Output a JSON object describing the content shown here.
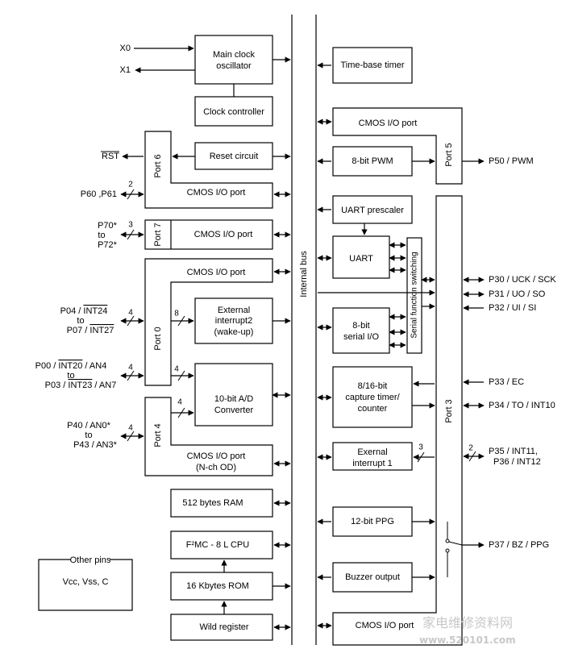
{
  "blocks": {
    "main_osc": [
      "Main clock",
      "oscillator"
    ],
    "clock_ctrl": "Clock controller",
    "reset": "Reset circuit",
    "port6_io": "CMOS I/O port",
    "port7_io": "CMOS I/O port",
    "port0_io": "CMOS I/O port",
    "ext_int2": [
      "External",
      "interrupt2",
      "(wake-up)"
    ],
    "adc": [
      "10-bit A/D",
      "Converter"
    ],
    "port4_io": [
      "CMOS I/O port",
      "(N-ch OD)"
    ],
    "ram": "512 bytes RAM",
    "cpu": "F²MC - 8 L CPU",
    "rom": "16 Kbytes ROM",
    "wild": "Wild register",
    "other_pins_title": "Other pins",
    "other_pins": "Vcc, Vss, C",
    "timebase": "Time-base timer",
    "port5_io": "CMOS I/O port",
    "pwm": "8-bit PWM",
    "uart_pre": "UART prescaler",
    "uart": "UART",
    "serial_io": [
      "8-bit",
      "serial I/O"
    ],
    "serial_sw": "Serial function switching",
    "capture": [
      "8/16-bit",
      "capture timer/",
      "counter"
    ],
    "ext_int1": [
      "Exernal",
      "interrupt 1"
    ],
    "ppg": "12-bit PPG",
    "buzzer": "Buzzer output",
    "port3_io": "CMOS I/O port",
    "internal_bus": "Internal bus"
  },
  "ports": {
    "p6": "Port 6",
    "p7": "Port 7",
    "p0": "Port 0",
    "p4": "Port 4",
    "p5": "Port 5",
    "p3": "Port 3"
  },
  "pins_left": {
    "x0": "X0",
    "x1": "X1",
    "rst": "RST",
    "p60": "P60 ,P61",
    "p70": "P70*",
    "p70_to": "to",
    "p72": "P72*",
    "p04_a": "P04 / ",
    "p04_b": "INT24",
    "p04_to": "to",
    "p07_a": "P07 / ",
    "p07_b": "INT27",
    "p00_a": "P00 / ",
    "p00_b": "INT20",
    "p00_c": " / AN4",
    "p00_to": "to",
    "p03_a": "P03 / ",
    "p03_b": "INT23",
    "p03_c": " / AN7",
    "p40": "P40 / AN0*",
    "p40_to": "to",
    "p43": "P43 / AN3*"
  },
  "pins_right": {
    "p50": "P50 / PWM",
    "p30": "P30 / UCK / SCK",
    "p31": "P31 / UO / SO",
    "p32": "P32 / UI / SI",
    "p33": "P33 / EC",
    "p34": "P34 / TO / INT10",
    "p35": "P35 / INT11,",
    "p36": "P36 / INT12",
    "p37": "P37 / BZ / PPG"
  },
  "bus_widths": {
    "p6": "2",
    "p7": "3",
    "p0_int2": "8",
    "p0_left": "4",
    "p0_left2": "4",
    "p0_adc": "4",
    "p4_adc": "4",
    "p4_left": "4",
    "ext_int1": "3",
    "p35": "2"
  },
  "watermark": {
    "cn": "家电维修资料网",
    "url": "www.520101.com"
  }
}
